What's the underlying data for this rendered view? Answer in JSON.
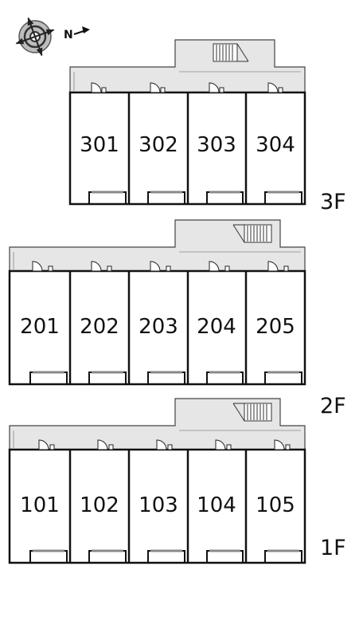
{
  "compass": {
    "letter": "N"
  },
  "floors": [
    {
      "label": "3F",
      "rooms": [
        "301",
        "302",
        "303",
        "304"
      ]
    },
    {
      "label": "2F",
      "rooms": [
        "201",
        "202",
        "203",
        "204",
        "205"
      ]
    },
    {
      "label": "1F",
      "rooms": [
        "101",
        "102",
        "103",
        "104",
        "105"
      ]
    }
  ]
}
